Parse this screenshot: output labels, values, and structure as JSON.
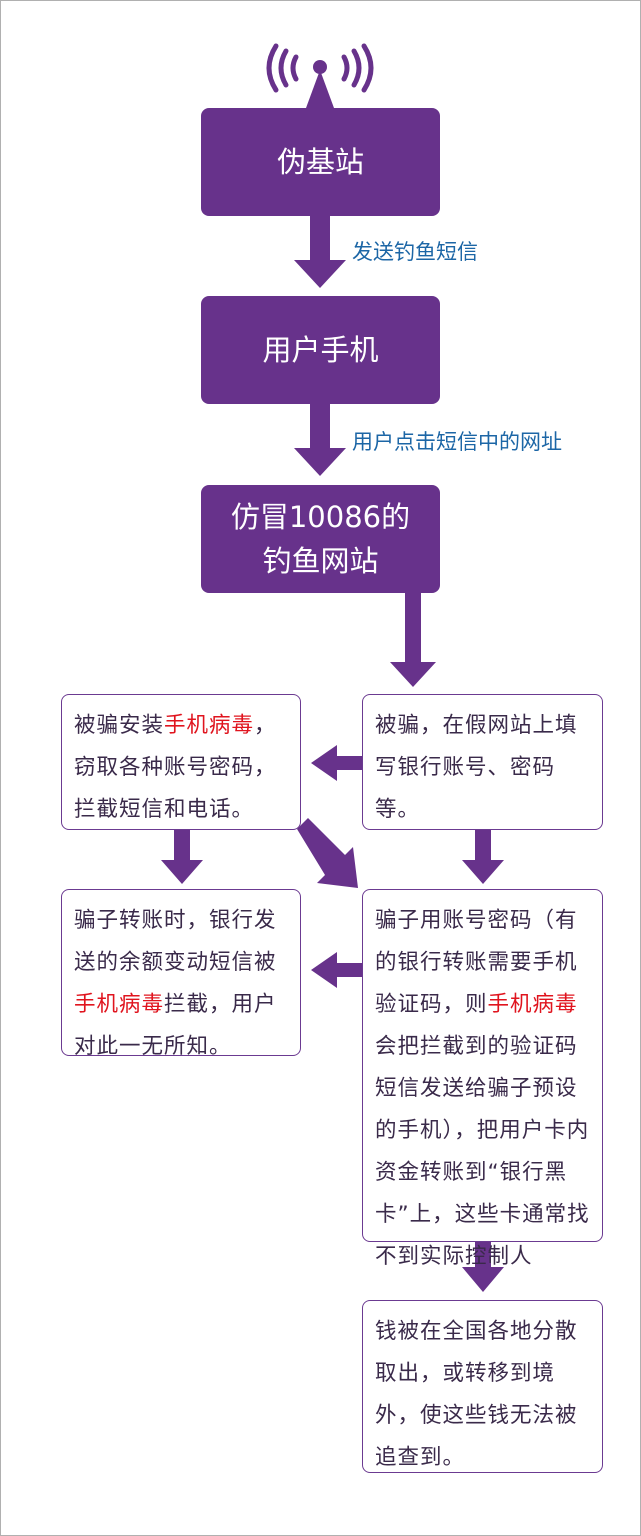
{
  "colors": {
    "node_fill": "#67328b",
    "arrow": "#67328b",
    "edge_label": "#1c66a6",
    "highlight": "#e0141e",
    "box_border": "#6b3a91"
  },
  "icons": {
    "top": "antenna-signal-icon"
  },
  "nodes": {
    "fake_station": "伪基站",
    "user_phone": "用户手机",
    "fake_site_line1": "仿冒10086的",
    "fake_site_line2": "钓鱼网站"
  },
  "edges": {
    "send_sms": "发送钓鱼短信",
    "click_link": "用户点击短信中的网址"
  },
  "boxes": {
    "malware": {
      "pre": "被骗安装",
      "red": "手机病毒",
      "post": "，窃取各种账号密码，拦截短信和电话。"
    },
    "fill_in": {
      "text": "被骗，在假网站上填写银行账号、密码等。"
    },
    "intercept": {
      "pre": "骗子转账时，银行发送的余额变动短信被",
      "red": "手机病毒",
      "post": "拦截，用户对此一无所知。"
    },
    "transfer": {
      "pre": "骗子用账号密码（有的银行转账需要手机验证码，则",
      "red": "手机病毒",
      "post": "会把拦截到的验证码短信发送给骗子预设的手机），把用户卡内资金转账到“银行黑卡”上，这些卡通常找不到实际控制人"
    },
    "withdraw": {
      "text": "钱被在全国各地分散取出，或转移到境外，使这些钱无法被追查到。"
    }
  }
}
